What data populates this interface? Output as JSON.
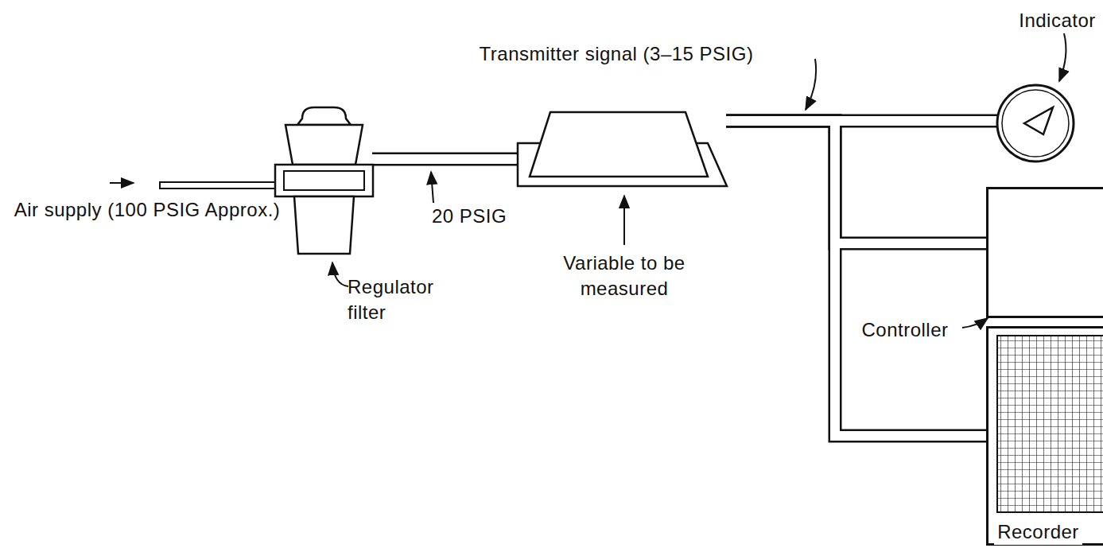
{
  "diagram": {
    "nodes": [
      {
        "text": [
          "Regulator filter"
        ]
      },
      {
        "text": [
          "Variable to be measured"
        ]
      },
      {
        "text": [
          "Indicator"
        ]
      },
      {
        "text": [
          "Controller"
        ]
      },
      {
        "text": [
          "Recorder"
        ]
      }
    ],
    "edges": [
      {
        "from": 0,
        "to": 1,
        "label": "20 PSIG",
        "arrow": "none"
      },
      {
        "from": 1,
        "to": 2,
        "label": "Transmitter signal (3–15 PSIG)",
        "arrow": "none"
      },
      {
        "from": 1,
        "to": 3,
        "arrow": "none"
      },
      {
        "from": 1,
        "to": 4,
        "arrow": "none"
      }
    ],
    "labels": [
      "Air supply (100 PSIG Approx.)"
    ]
  }
}
